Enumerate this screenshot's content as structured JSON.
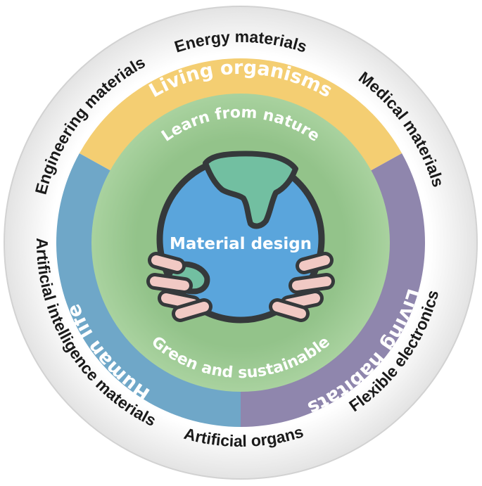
{
  "outer_ring": {
    "labels": [
      "Energy materials",
      "Medical materials",
      "Artificial intelligence materials",
      "Artificial organs",
      "Flexible electronics",
      "Engineering materials"
    ]
  },
  "middle_ring": {
    "segments": [
      {
        "label": "Living organisms",
        "color": "#f4ce72"
      },
      {
        "label": "Living habitats",
        "color": "#8f86ad"
      },
      {
        "label": "Human life",
        "color": "#6fa7c8"
      }
    ]
  },
  "inner_ring": {
    "top_label": "Learn from nature",
    "bottom_label": "Green and sustainable",
    "color": "#93c38a"
  },
  "center": {
    "label": "Material design",
    "icon": "globe-in-hands-icon",
    "globe_color": "#5aa5dc",
    "land_color": "#72bfa1",
    "hand_color": "#f1c9c4",
    "outline_color": "#35393b"
  }
}
